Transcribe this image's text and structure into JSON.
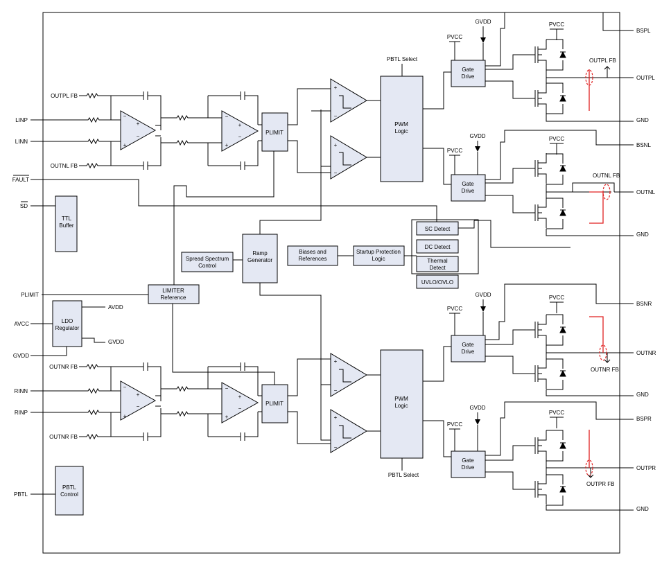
{
  "pins_left": {
    "linp": "LINP",
    "linn": "LINN",
    "fault": "FAULT",
    "sd": "SD",
    "plimit": "PLIMIT",
    "avcc": "AVCC",
    "gvdd": "GVDD",
    "rinn": "RINN",
    "rinp": "RINP",
    "pbtl": "PBTL"
  },
  "pins_right": {
    "bspl": "BSPL",
    "outpl": "OUTPL",
    "gnd1": "GND",
    "bsnl": "BSNL",
    "outnl": "OUTNL",
    "gnd2": "GND",
    "bsnr": "BSNR",
    "outnr": "OUTNR",
    "gnd3": "GND",
    "bspr": "BSPR",
    "outpr": "OUTPR",
    "gnd4": "GND"
  },
  "blocks": {
    "ttl_buffer": [
      "TTL",
      "Buffer"
    ],
    "ldo_regulator": [
      "LDO",
      "Regulator"
    ],
    "pbtl_control": [
      "PBTL",
      "Control"
    ],
    "plimit_top": "PLIMIT",
    "plimit_bottom": "PLIMIT",
    "pwm_top": [
      "PWM",
      "Logic"
    ],
    "pwm_bottom": [
      "PWM",
      "Logic"
    ],
    "gate_drive": [
      "Gate",
      "Drive"
    ],
    "ramp_generator": [
      "Ramp",
      "Generator"
    ],
    "spread_spectrum": [
      "Spread Spectrum",
      "Control"
    ],
    "limiter_reference": [
      "LIMITER",
      "Reference"
    ],
    "biases": [
      "Biases and",
      "References"
    ],
    "startup": [
      "Startup Protection",
      "Logic"
    ],
    "sc_detect": "SC Detect",
    "dc_detect": "DC Detect",
    "thermal_detect": [
      "Thermal",
      "Detect"
    ],
    "uvlo_ovlo": "UVLO/OVLO"
  },
  "signals": {
    "outpl_fb": "OUTPL FB",
    "outnl_fb": "OUTNL FB",
    "outnr_fb": "OUTNR FB",
    "outpr_fb": "OUTPR FB",
    "pbtl_select": "PBTL Select",
    "pvcc": "PVCC",
    "gvdd": "GVDD",
    "avdd": "AVDD",
    "plus": "+",
    "minus": "−"
  }
}
